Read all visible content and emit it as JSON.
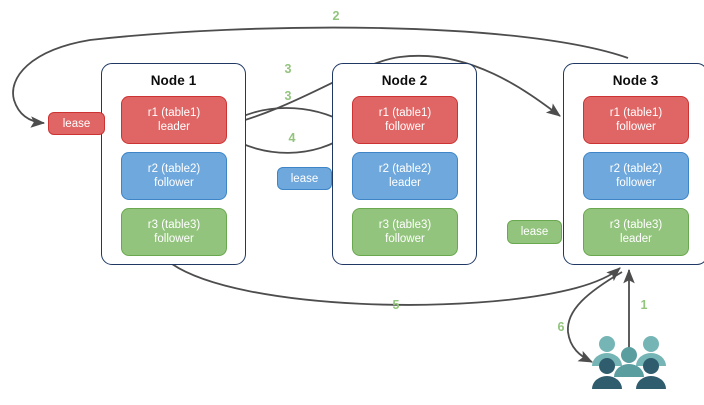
{
  "diagram": {
    "title": "Distributed database lease and replica topology",
    "palette": {
      "red_fill": "#e06666",
      "red_border": "#cc3333",
      "blue_fill": "#6fa8dc",
      "blue_border": "#3d85c6",
      "green_fill": "#93c47d",
      "green_border": "#6aa84f",
      "node_border": "#1f3864",
      "arrow": "#4d4d4d",
      "step_label": "#93c47d",
      "people_back": "#76b5b5",
      "people_mid": "#5a9ea0",
      "people_front": "#2f5d6e"
    },
    "nodes": [
      {
        "name": "node-1",
        "title": "Node 1",
        "replicas": [
          {
            "name": "replica-r1",
            "color": "red",
            "line1": "r1 (table1)",
            "line2": "leader"
          },
          {
            "name": "replica-r2",
            "color": "blue",
            "line1": "r2 (table2)",
            "line2": "follower"
          },
          {
            "name": "replica-r3",
            "color": "green",
            "line1": "r3 (table3)",
            "line2": "follower"
          }
        ]
      },
      {
        "name": "node-2",
        "title": "Node 2",
        "replicas": [
          {
            "name": "replica-r1",
            "color": "red",
            "line1": "r1 (table1)",
            "line2": "follower"
          },
          {
            "name": "replica-r2",
            "color": "blue",
            "line1": "r2 (table2)",
            "line2": "leader"
          },
          {
            "name": "replica-r3",
            "color": "green",
            "line1": "r3 (table3)",
            "line2": "follower"
          }
        ]
      },
      {
        "name": "node-3",
        "title": "Node 3",
        "replicas": [
          {
            "name": "replica-r1",
            "color": "red",
            "line1": "r1 (table1)",
            "line2": "follower"
          },
          {
            "name": "replica-r2",
            "color": "blue",
            "line1": "r2 (table2)",
            "line2": "follower"
          },
          {
            "name": "replica-r3",
            "color": "green",
            "line1": "r3 (table3)",
            "line2": "leader"
          }
        ]
      }
    ],
    "leases": [
      {
        "name": "lease-table1",
        "label": "lease",
        "color": "red"
      },
      {
        "name": "lease-table2",
        "label": "lease",
        "color": "blue"
      },
      {
        "name": "lease-table3",
        "label": "lease",
        "color": "green"
      }
    ],
    "steps": [
      {
        "name": "step-1",
        "label": "1"
      },
      {
        "name": "step-2",
        "label": "2"
      },
      {
        "name": "step-3a",
        "label": "3"
      },
      {
        "name": "step-3b",
        "label": "3"
      },
      {
        "name": "step-4",
        "label": "4"
      },
      {
        "name": "step-5",
        "label": "5"
      },
      {
        "name": "step-6",
        "label": "6"
      }
    ],
    "actors": {
      "name": "users-group",
      "icon": "people-group-icon",
      "count": 5
    }
  }
}
